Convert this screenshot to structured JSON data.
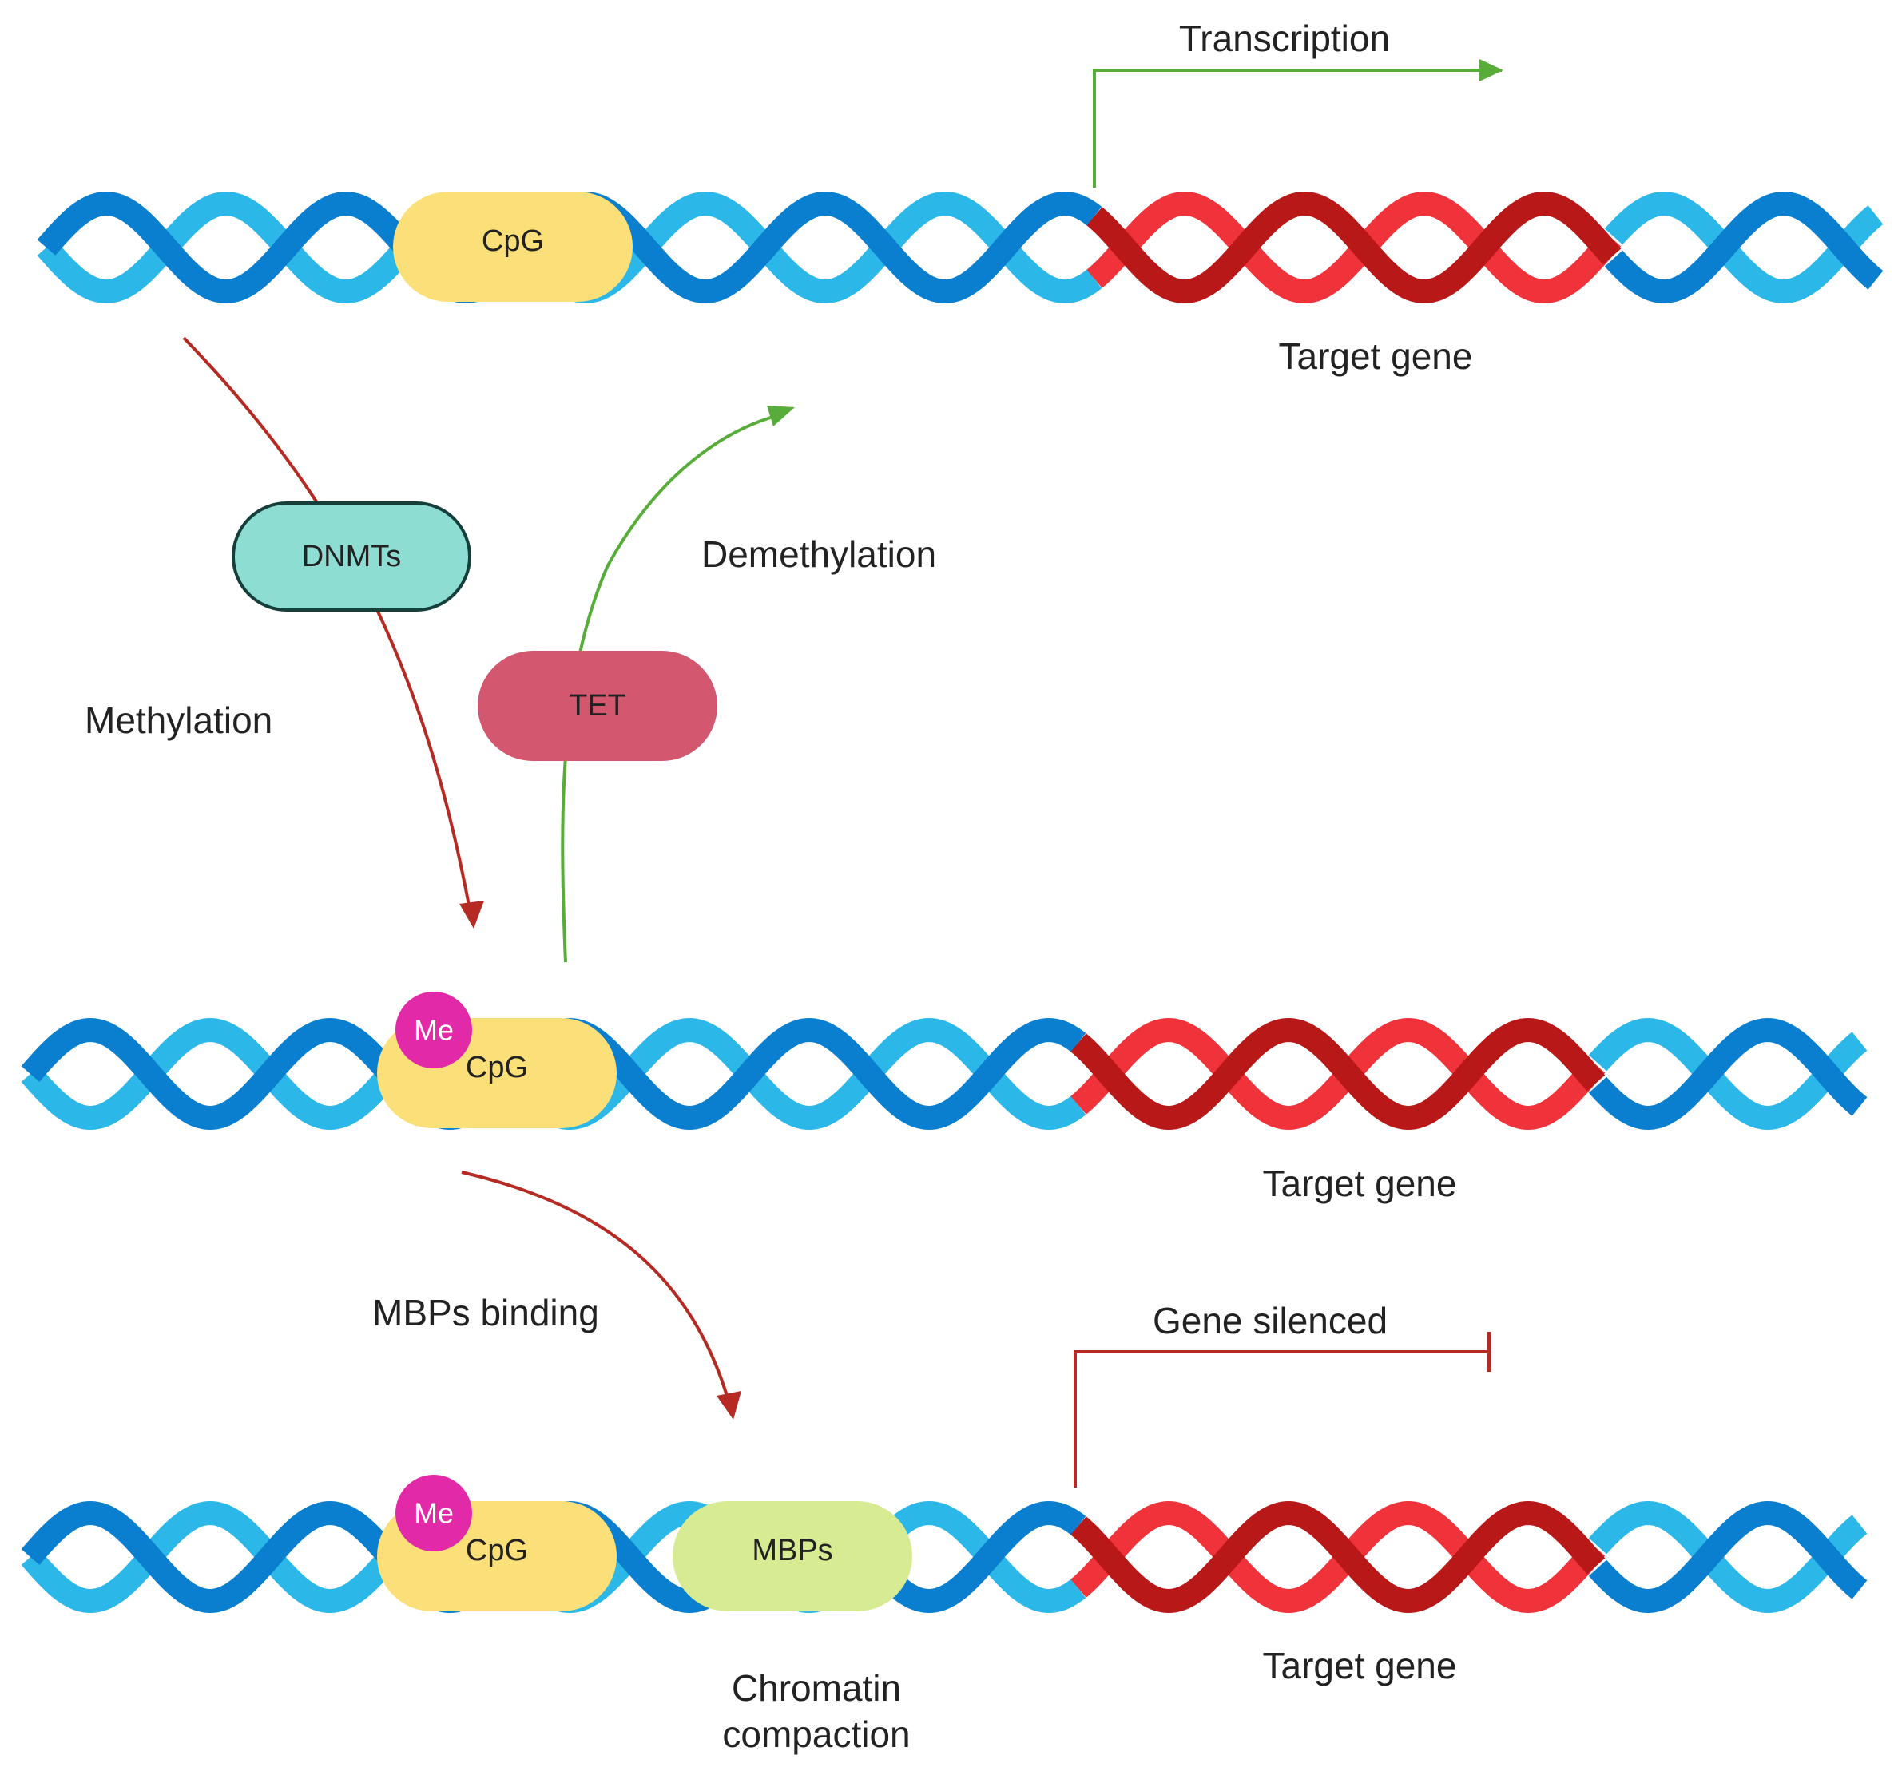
{
  "labels": {
    "transcription": "Transcription",
    "target_gene_1": "Target gene",
    "target_gene_2": "Target gene",
    "target_gene_3": "Target gene",
    "methylation": "Methylation",
    "demethylation": "Demethylation",
    "mbps_binding": "MBPs binding",
    "gene_silenced": "Gene silenced",
    "chromatin_line1": "Chromatin",
    "chromatin_line2": "compaction"
  },
  "pills": {
    "cpg_1": "CpG",
    "cpg_2": "CpG",
    "cpg_3": "CpG",
    "dnmts": "DNMTs",
    "tet": "TET",
    "mbps": "MBPs"
  },
  "marks": {
    "me_1": "Me",
    "me_2": "Me"
  },
  "colors": {
    "dna_light": "#2bb8e8",
    "dna_dark": "#0a7fcf",
    "gene_light": "#f0333a",
    "gene_dark": "#b81818",
    "cpg": "#fbdf79",
    "methyl": "#e22aa8",
    "dnmts_fill": "#8dddd3",
    "dnmts_border": "#153f3a",
    "tet": "#d2576f",
    "mbps": "#d6eb92",
    "activate": "#58ad3a",
    "repress": "#b62a24"
  }
}
